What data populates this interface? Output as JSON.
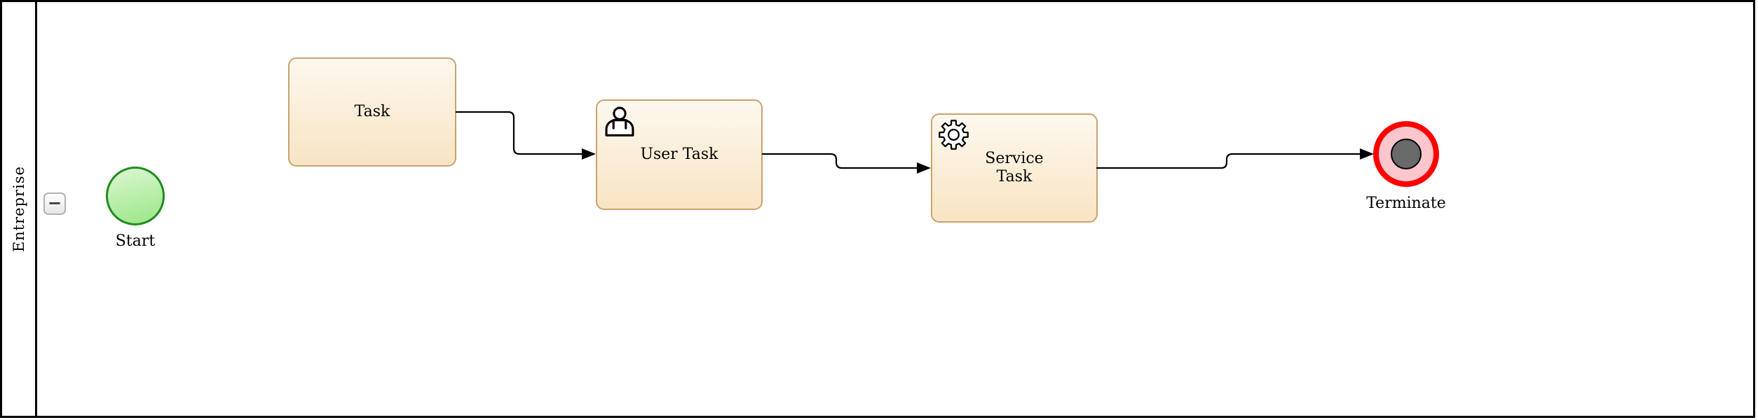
{
  "diagram": {
    "pool": {
      "label": "Entreprise",
      "collapse_icon": "−"
    },
    "nodes": [
      {
        "id": "start",
        "type": "start-event",
        "label": "Start"
      },
      {
        "id": "task",
        "type": "task",
        "label": "Task"
      },
      {
        "id": "user",
        "type": "user-task",
        "label": "User Task",
        "icon": "user-icon"
      },
      {
        "id": "service",
        "type": "service-task",
        "label": "Service Task",
        "icon": "gear-icon"
      },
      {
        "id": "terminate",
        "type": "terminate-end-event",
        "label": "Terminate"
      }
    ],
    "flows": [
      {
        "from": "task",
        "to": "user"
      },
      {
        "from": "user",
        "to": "service"
      },
      {
        "from": "service",
        "to": "terminate"
      }
    ]
  },
  "colors": {
    "task_border": "#c8a36d",
    "task_fill_top": "#fdf8ee",
    "task_fill_bottom": "#f9e4c4",
    "start_border": "#1e8b1e",
    "start_fill_top": "#dcf7d2",
    "start_fill_bottom": "#99e685",
    "terminate_ring": "#fe0000",
    "terminate_fill": "#fdc6cd",
    "terminate_core": "#696969",
    "connector": "#000000"
  }
}
